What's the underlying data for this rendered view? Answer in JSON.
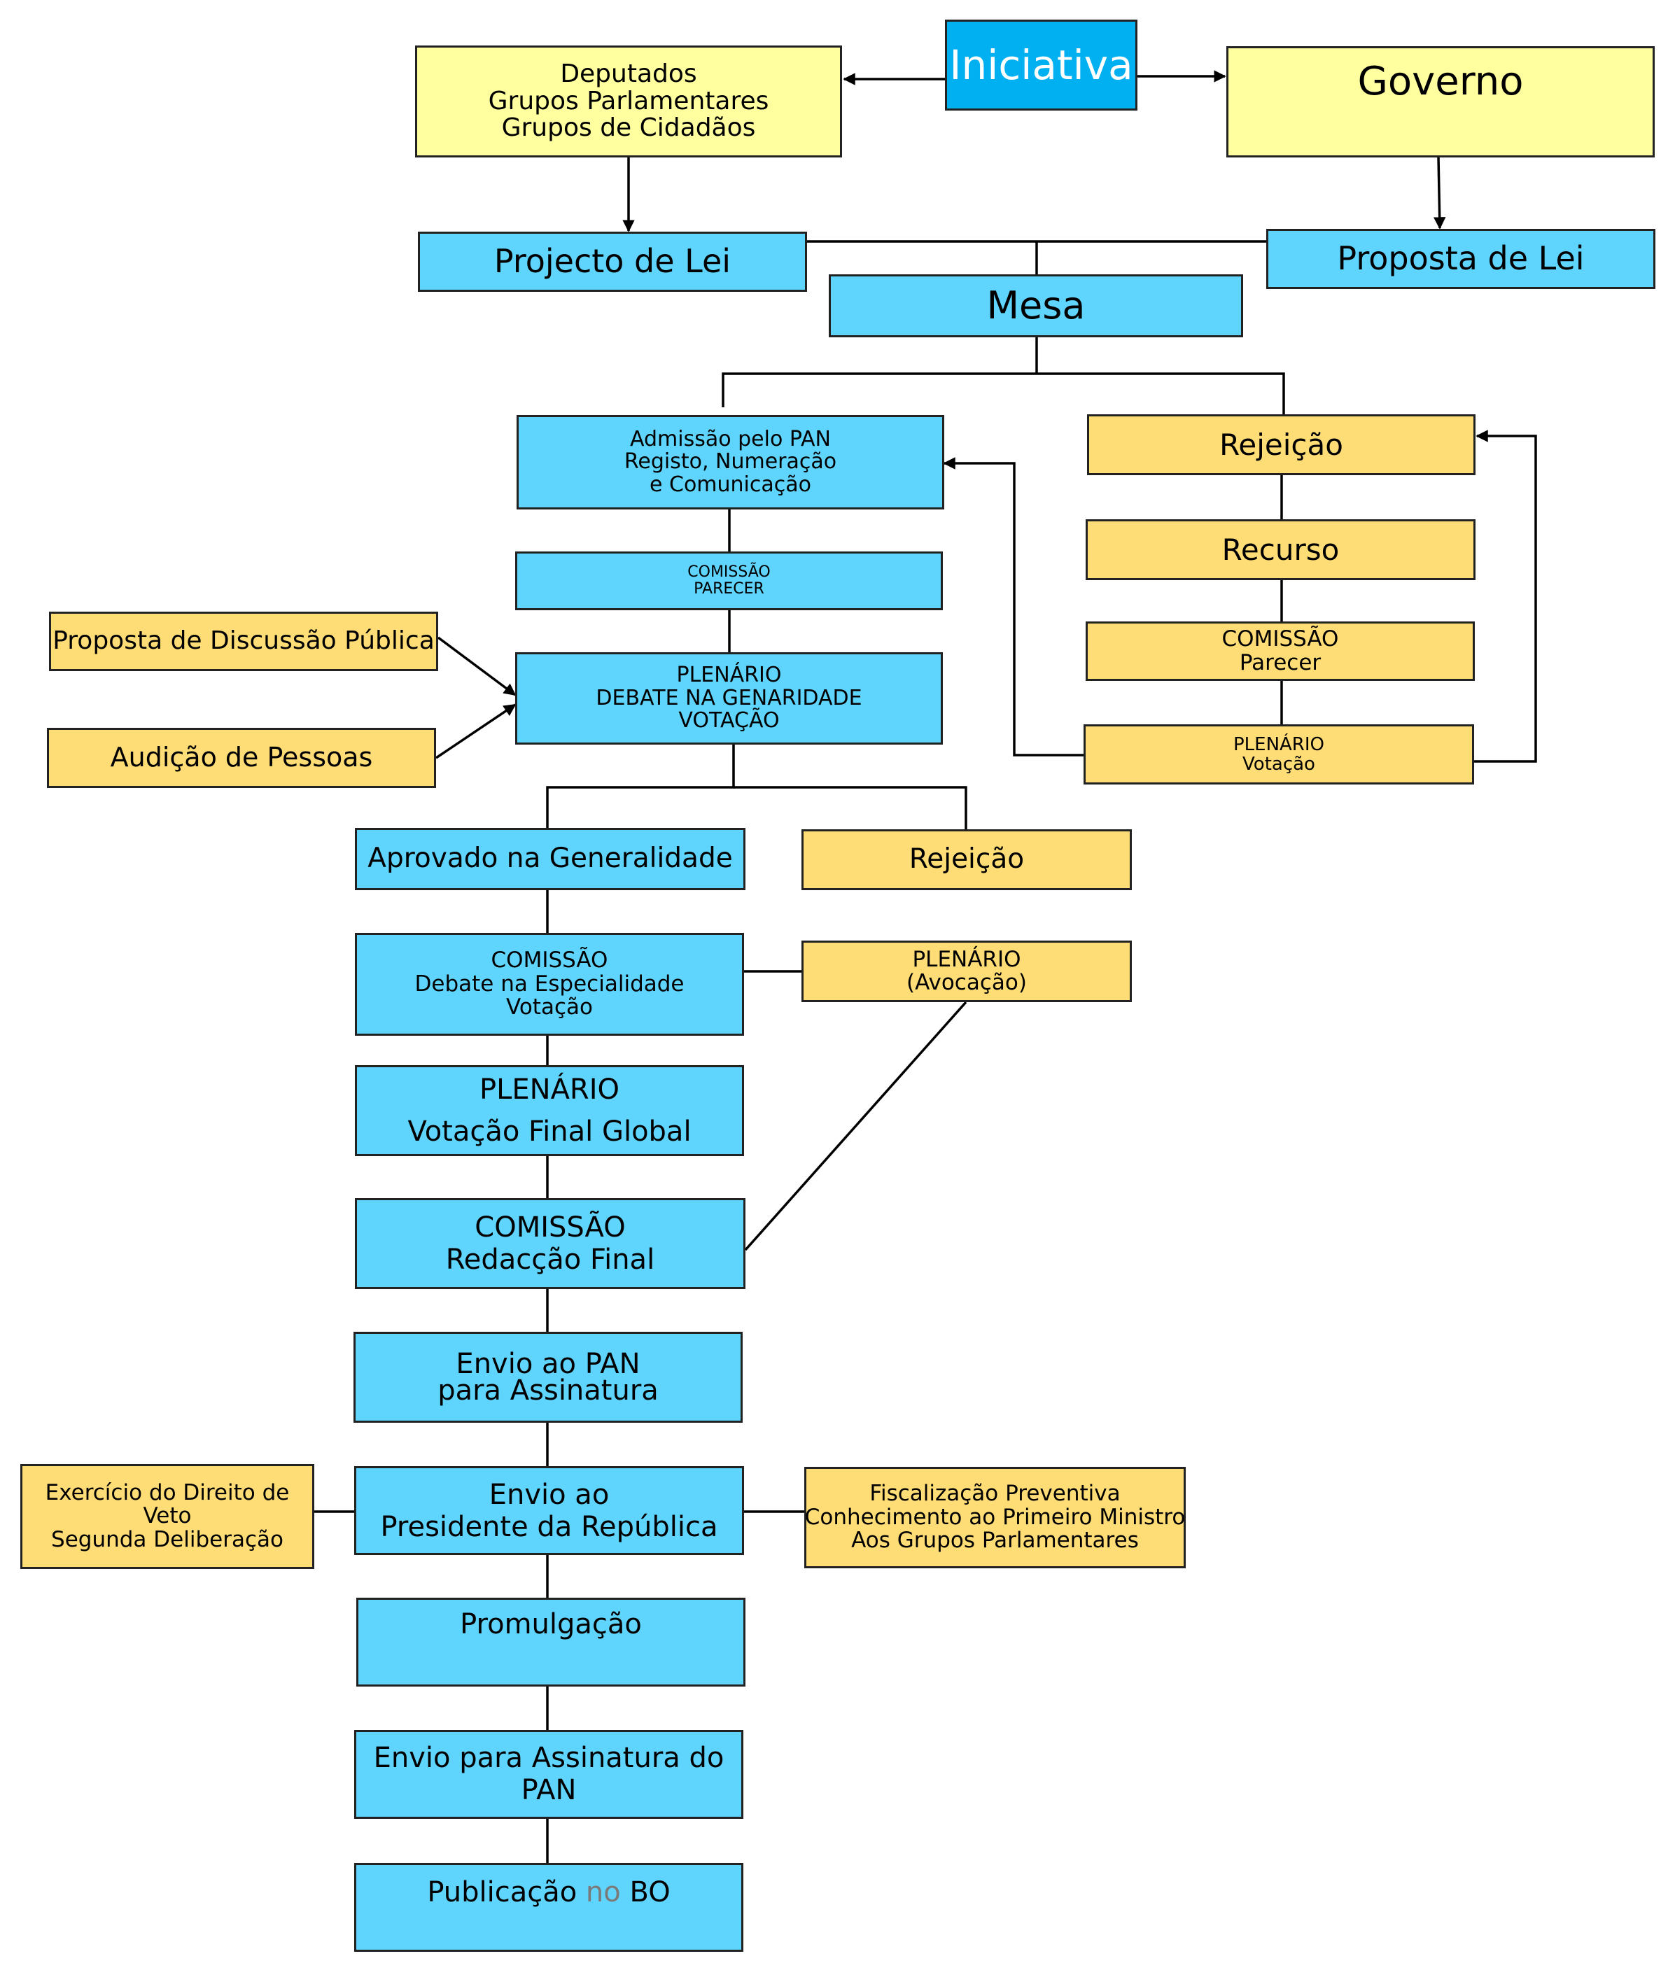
{
  "initiative": {
    "title": "Iniciativa"
  },
  "deputies": {
    "lines": [
      "Deputados",
      "Grupos Parlamentares",
      "Grupos de Cidadãos"
    ]
  },
  "government": {
    "title": "Governo"
  },
  "projecto": {
    "title": "Projecto de Lei"
  },
  "proposta": {
    "title": "Proposta de Lei"
  },
  "mesa": {
    "title": "Mesa"
  },
  "admission": {
    "lines": [
      "Admissão pelo PAN",
      "Registo, Numeração",
      "e Comunicação"
    ]
  },
  "comissao_parecer": {
    "lines": [
      "COMISSÃO",
      "PARECER"
    ]
  },
  "discussao_publica": {
    "title": "Proposta de Discussão Pública"
  },
  "audicao": {
    "title": "Audição de Pessoas"
  },
  "plenario_debate": {
    "lines": [
      "PLENÁRIO",
      "DEBATE NA GENARIDADE",
      "VOTAÇÃO"
    ]
  },
  "rejeicao_top": {
    "title": "Rejeição"
  },
  "recurso": {
    "title": "Recurso"
  },
  "comissao_parecer2": {
    "lines": [
      "COMISSÃO",
      "Parecer"
    ]
  },
  "plenario_votacao": {
    "lines": [
      "PLENÁRIO",
      "Votação"
    ]
  },
  "aprovado": {
    "title": "Aprovado na Generalidade"
  },
  "rejeicao_mid": {
    "title": "Rejeição"
  },
  "comissao_especialidade": {
    "lines": [
      "COMISSÃO",
      "Debate na Especialidade",
      "Votação"
    ]
  },
  "plenario_avocacao": {
    "lines": [
      "PLENÁRIO",
      "(Avocação)"
    ]
  },
  "plenario_final": {
    "lines": [
      "PLENÁRIO",
      "Votação Final Global"
    ]
  },
  "comissao_redaccao": {
    "lines": [
      "COMISSÃO",
      "Redacção Final"
    ]
  },
  "envio_pan": {
    "lines": [
      "Envio ao PAN",
      "para Assinatura"
    ]
  },
  "veto": {
    "lines": [
      "Exercício do Direito de",
      "Veto",
      "Segunda Deliberação"
    ]
  },
  "envio_presidente": {
    "lines": [
      "Envio ao",
      "Presidente da República"
    ]
  },
  "fiscalizacao": {
    "lines": [
      "Fiscalização Preventiva",
      "Conhecimento ao Primeiro Ministro",
      "Aos Grupos Parlamentares"
    ]
  },
  "promulgacao": {
    "title": "Promulgação"
  },
  "envio_assinatura": {
    "lines": [
      "Envio para Assinatura do",
      "PAN"
    ]
  },
  "publicacao": {
    "pre": "Publicação ",
    "mid": "no",
    "post": " BO"
  },
  "colors": {
    "blue": "#5fd5fd",
    "yellow": "#ffffa0",
    "orange": "#ffdd76",
    "initiative": "#00b0f0"
  }
}
